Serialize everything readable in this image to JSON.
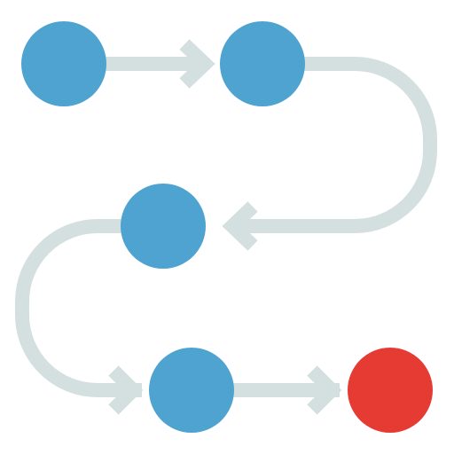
{
  "colors": {
    "background": "#ffffff",
    "connector": "#d3e0df",
    "node": "#4fa3d1",
    "node_shade": "#44a9cb",
    "final_node": "#e53b32"
  },
  "flow": {
    "nodes": [
      {
        "id": "step-1",
        "state": "normal"
      },
      {
        "id": "step-2",
        "state": "normal"
      },
      {
        "id": "step-3",
        "state": "normal"
      },
      {
        "id": "step-4",
        "state": "normal"
      },
      {
        "id": "step-5",
        "state": "final"
      }
    ],
    "edges": [
      {
        "from": "step-1",
        "to": "step-2",
        "shape": "straight"
      },
      {
        "from": "step-2",
        "to": "step-3",
        "shape": "curve-right"
      },
      {
        "from": "step-3",
        "to": "step-4",
        "shape": "curve-left"
      },
      {
        "from": "step-4",
        "to": "step-5",
        "shape": "straight"
      }
    ]
  }
}
